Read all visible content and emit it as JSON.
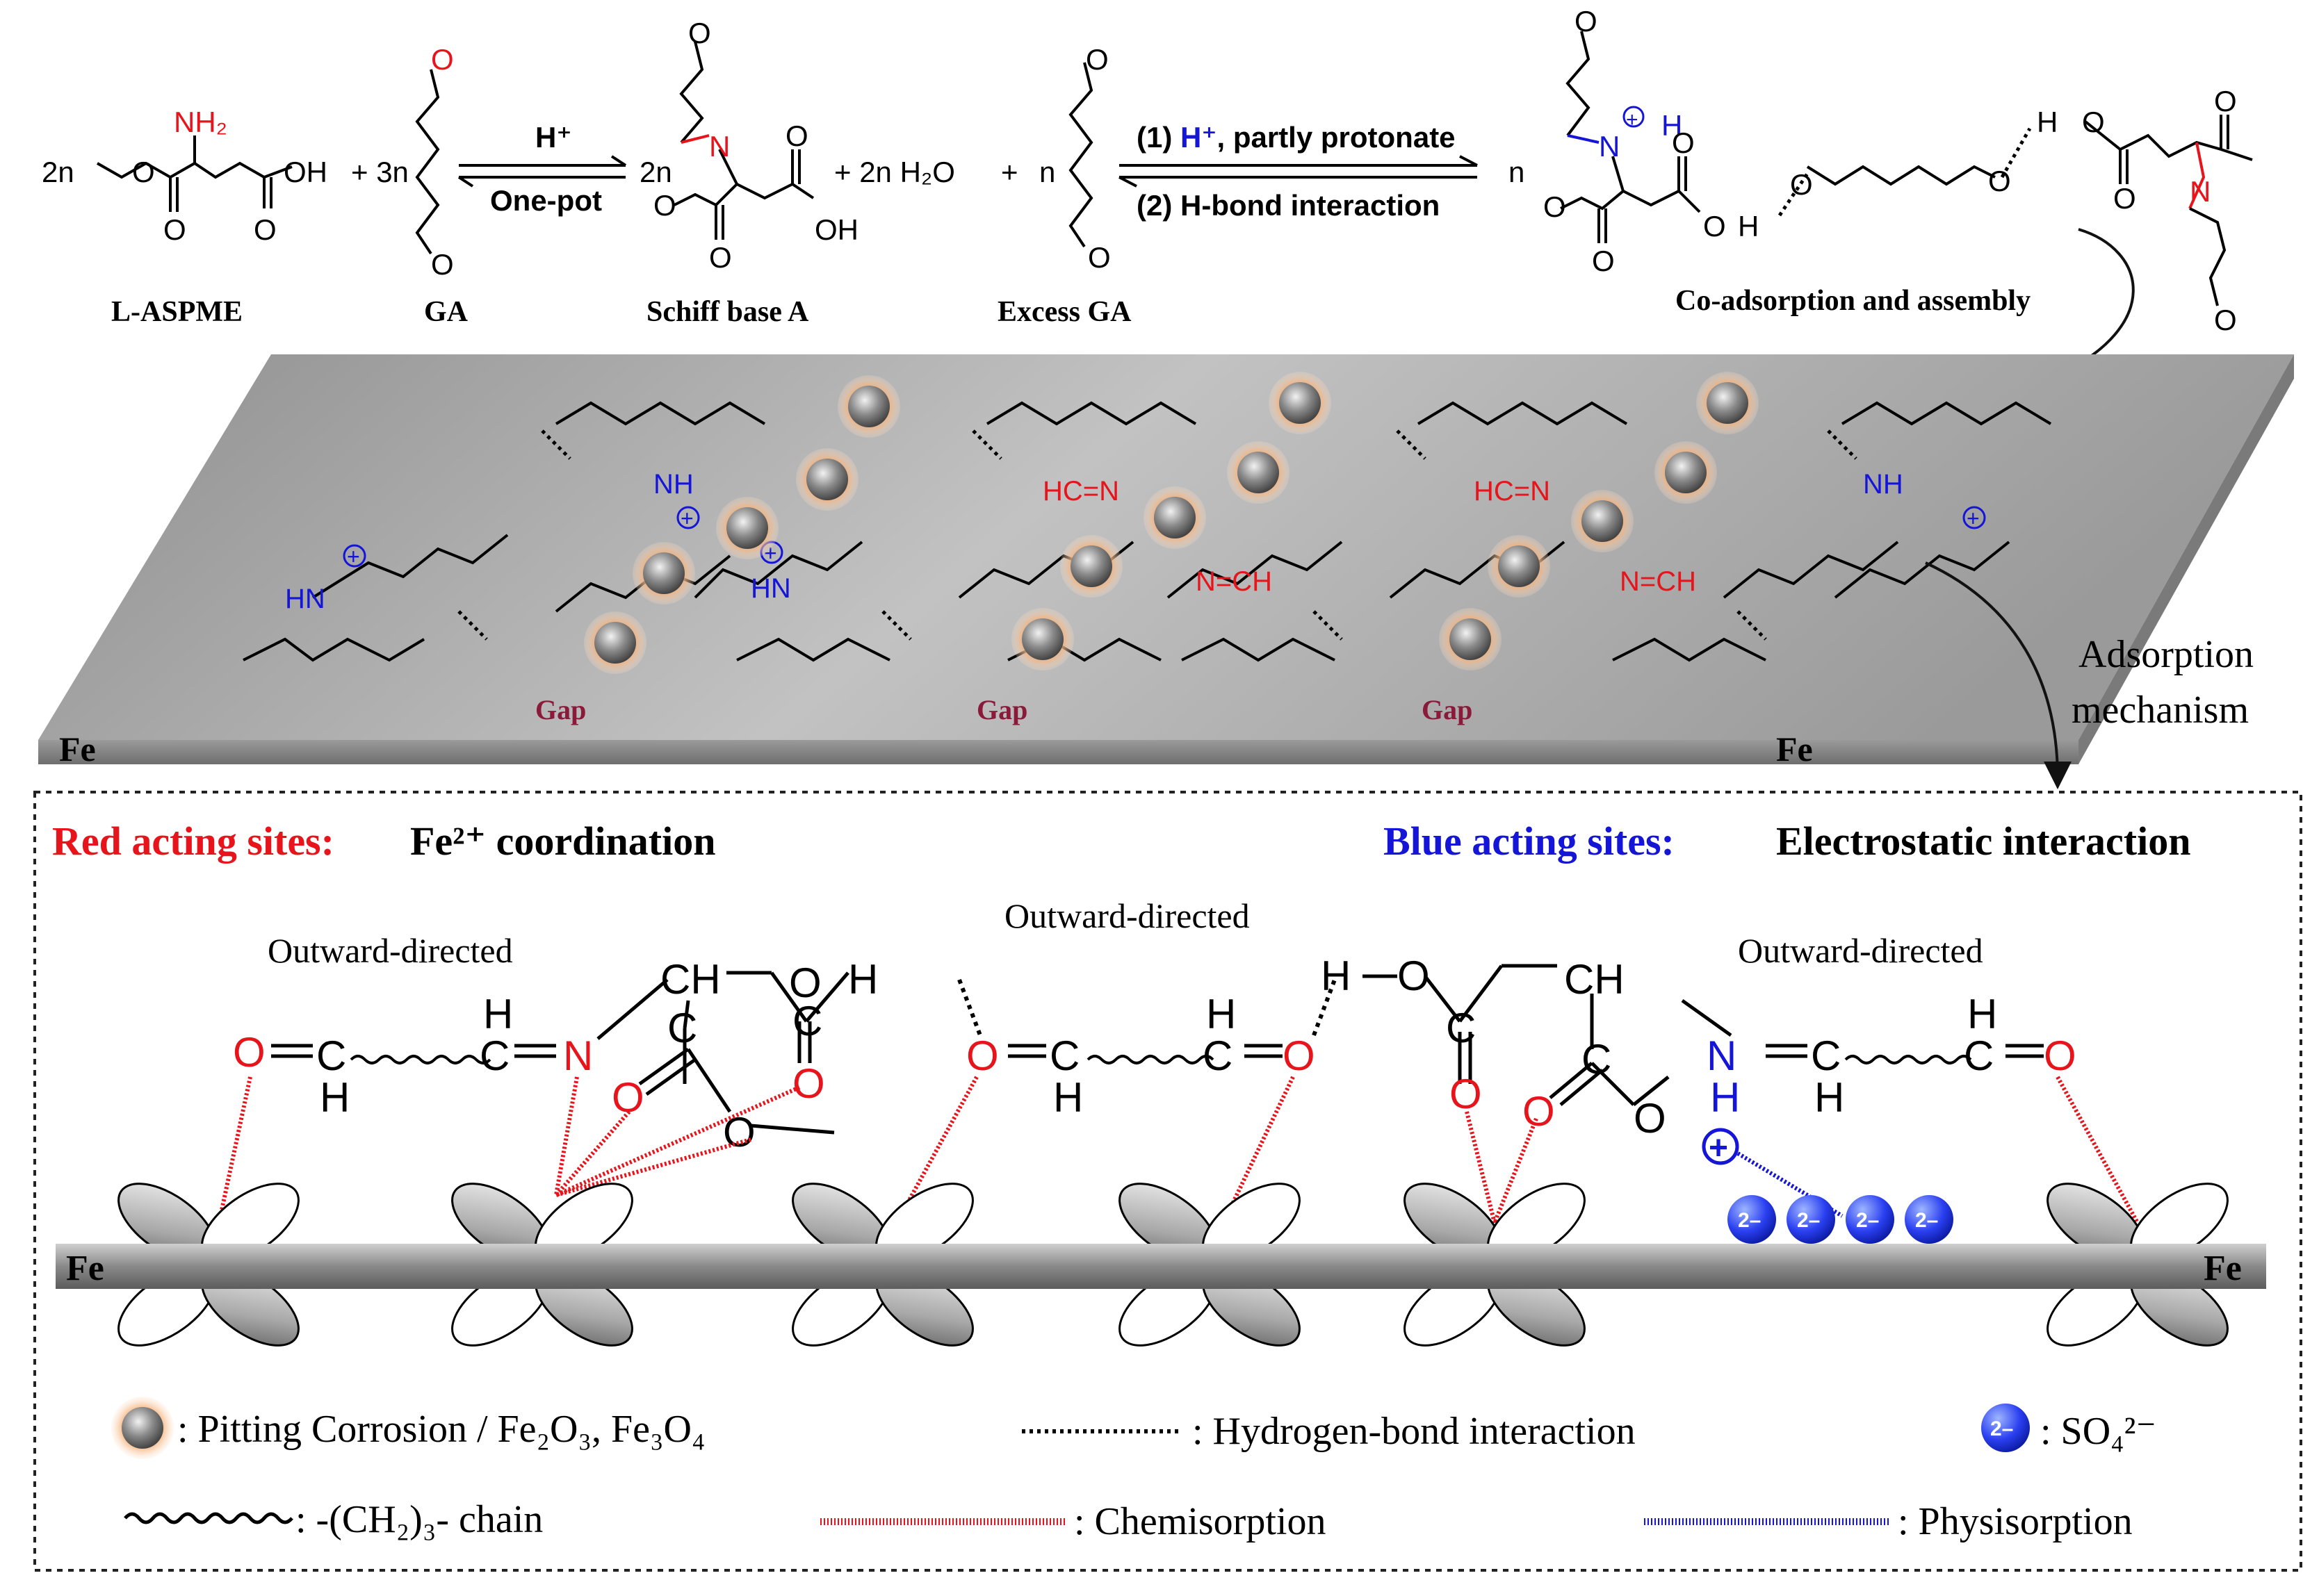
{
  "reaction": {
    "reactant_1_coef": "2n",
    "reactant_2_coef": "+ 3n",
    "product_1_coef": "2n",
    "water": "+ 2n H₂O",
    "excess_coef_plus": "+",
    "excess_coef": "n",
    "product_n": "n",
    "arrow1_top": "H⁺",
    "arrow1_bottom": "One-pot",
    "arrow2_top_a": "(1) ",
    "arrow2_top_b": "H⁺",
    "arrow2_top_c": ", partly protonate",
    "arrow2_bottom": "(2) H-bond interaction",
    "label_laspme": "L-ASPME",
    "label_ga": "GA",
    "label_schiff": "Schiff base A",
    "label_excess": "Excess GA",
    "label_coads": "Co-adsorption and assembly",
    "atom_nh2": "NH₂",
    "atom_oh": "OH",
    "atom_o": "O",
    "atom_n": "N",
    "atom_h": "H"
  },
  "surface": {
    "gap_labels": [
      "Gap",
      "Gap",
      "Gap"
    ],
    "fe_left": "Fe",
    "fe_right": "Fe",
    "nh": "NH",
    "hn": "HN",
    "hc_n": "HC=N",
    "n_ch": "N=CH",
    "plus": "+",
    "adsorption_mechanism_1": "Adsorption",
    "adsorption_mechanism_2": "mechanism"
  },
  "mechanism": {
    "red_sites_label": "Red acting sites:",
    "red_sites_desc": "Fe²⁺ coordination",
    "blue_sites_label": "Blue  acting  sites:",
    "blue_sites_desc": "Electrostatic interaction",
    "outward_1": "Outward-directed",
    "outward_2": "Outward-directed",
    "outward_3": "Outward-directed",
    "fe_left": "Fe",
    "fe_right": "Fe",
    "ion_charge": "2–"
  },
  "legend": {
    "pitting": ": Pitting Corrosion / Fe₂O₃, Fe₃O₄",
    "hbond": ": Hydrogen-bond interaction",
    "so4": ": SO₄²⁻",
    "chain": ": -(CH₂)₃- chain",
    "chemisorption": ": Chemisorption",
    "physisorption": ": Physisorption"
  },
  "colors": {
    "red": "#e8141c",
    "blue": "#1515d8",
    "gap": "#8b1a3a",
    "plate": "#a8a8a8"
  }
}
